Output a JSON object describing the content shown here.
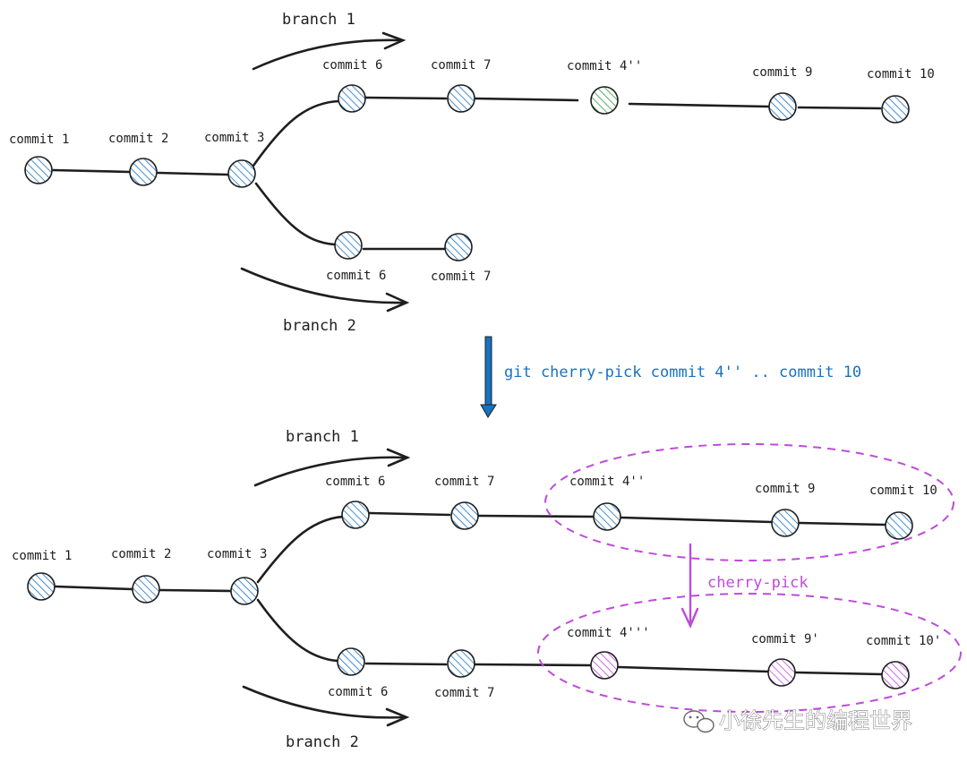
{
  "colors": {
    "stroke": "#1e1e1e",
    "blue": "#1971c2",
    "green": "#2f9e44",
    "purple": "#be4bdb",
    "command_blue": "#1971c2"
  },
  "top": {
    "branch1_label": "branch 1",
    "branch2_label": "branch 2",
    "commits": {
      "c1": "commit 1",
      "c2": "commit 2",
      "c3": "commit 3",
      "b1_c6": "commit 6",
      "b1_c7": "commit 7",
      "b1_c4": "commit 4''",
      "b1_c9": "commit 9",
      "b1_c10": "commit 10",
      "b2_c6": "commit 6",
      "b2_c7": "commit 7"
    }
  },
  "command": {
    "text": "git cherry-pick commit 4'' .. commit 10"
  },
  "bottom": {
    "branch1_label": "branch 1",
    "branch2_label": "branch 2",
    "cherry_pick_label": "cherry-pick",
    "commits": {
      "c1": "commit 1",
      "c2": "commit 2",
      "c3": "commit 3",
      "b1_c6": "commit 6",
      "b1_c7": "commit 7",
      "b1_c4": "commit 4''",
      "b1_c9": "commit 9",
      "b1_c10": "commit 10",
      "b2_c6": "commit 6",
      "b2_c7": "commit 7",
      "b2_c4": "commit 4'''",
      "b2_c9": "commit 9'",
      "b2_c10": "commit 10'"
    }
  },
  "watermark": {
    "text": "小徐先生的编程世界",
    "icon": "wechat-icon"
  }
}
